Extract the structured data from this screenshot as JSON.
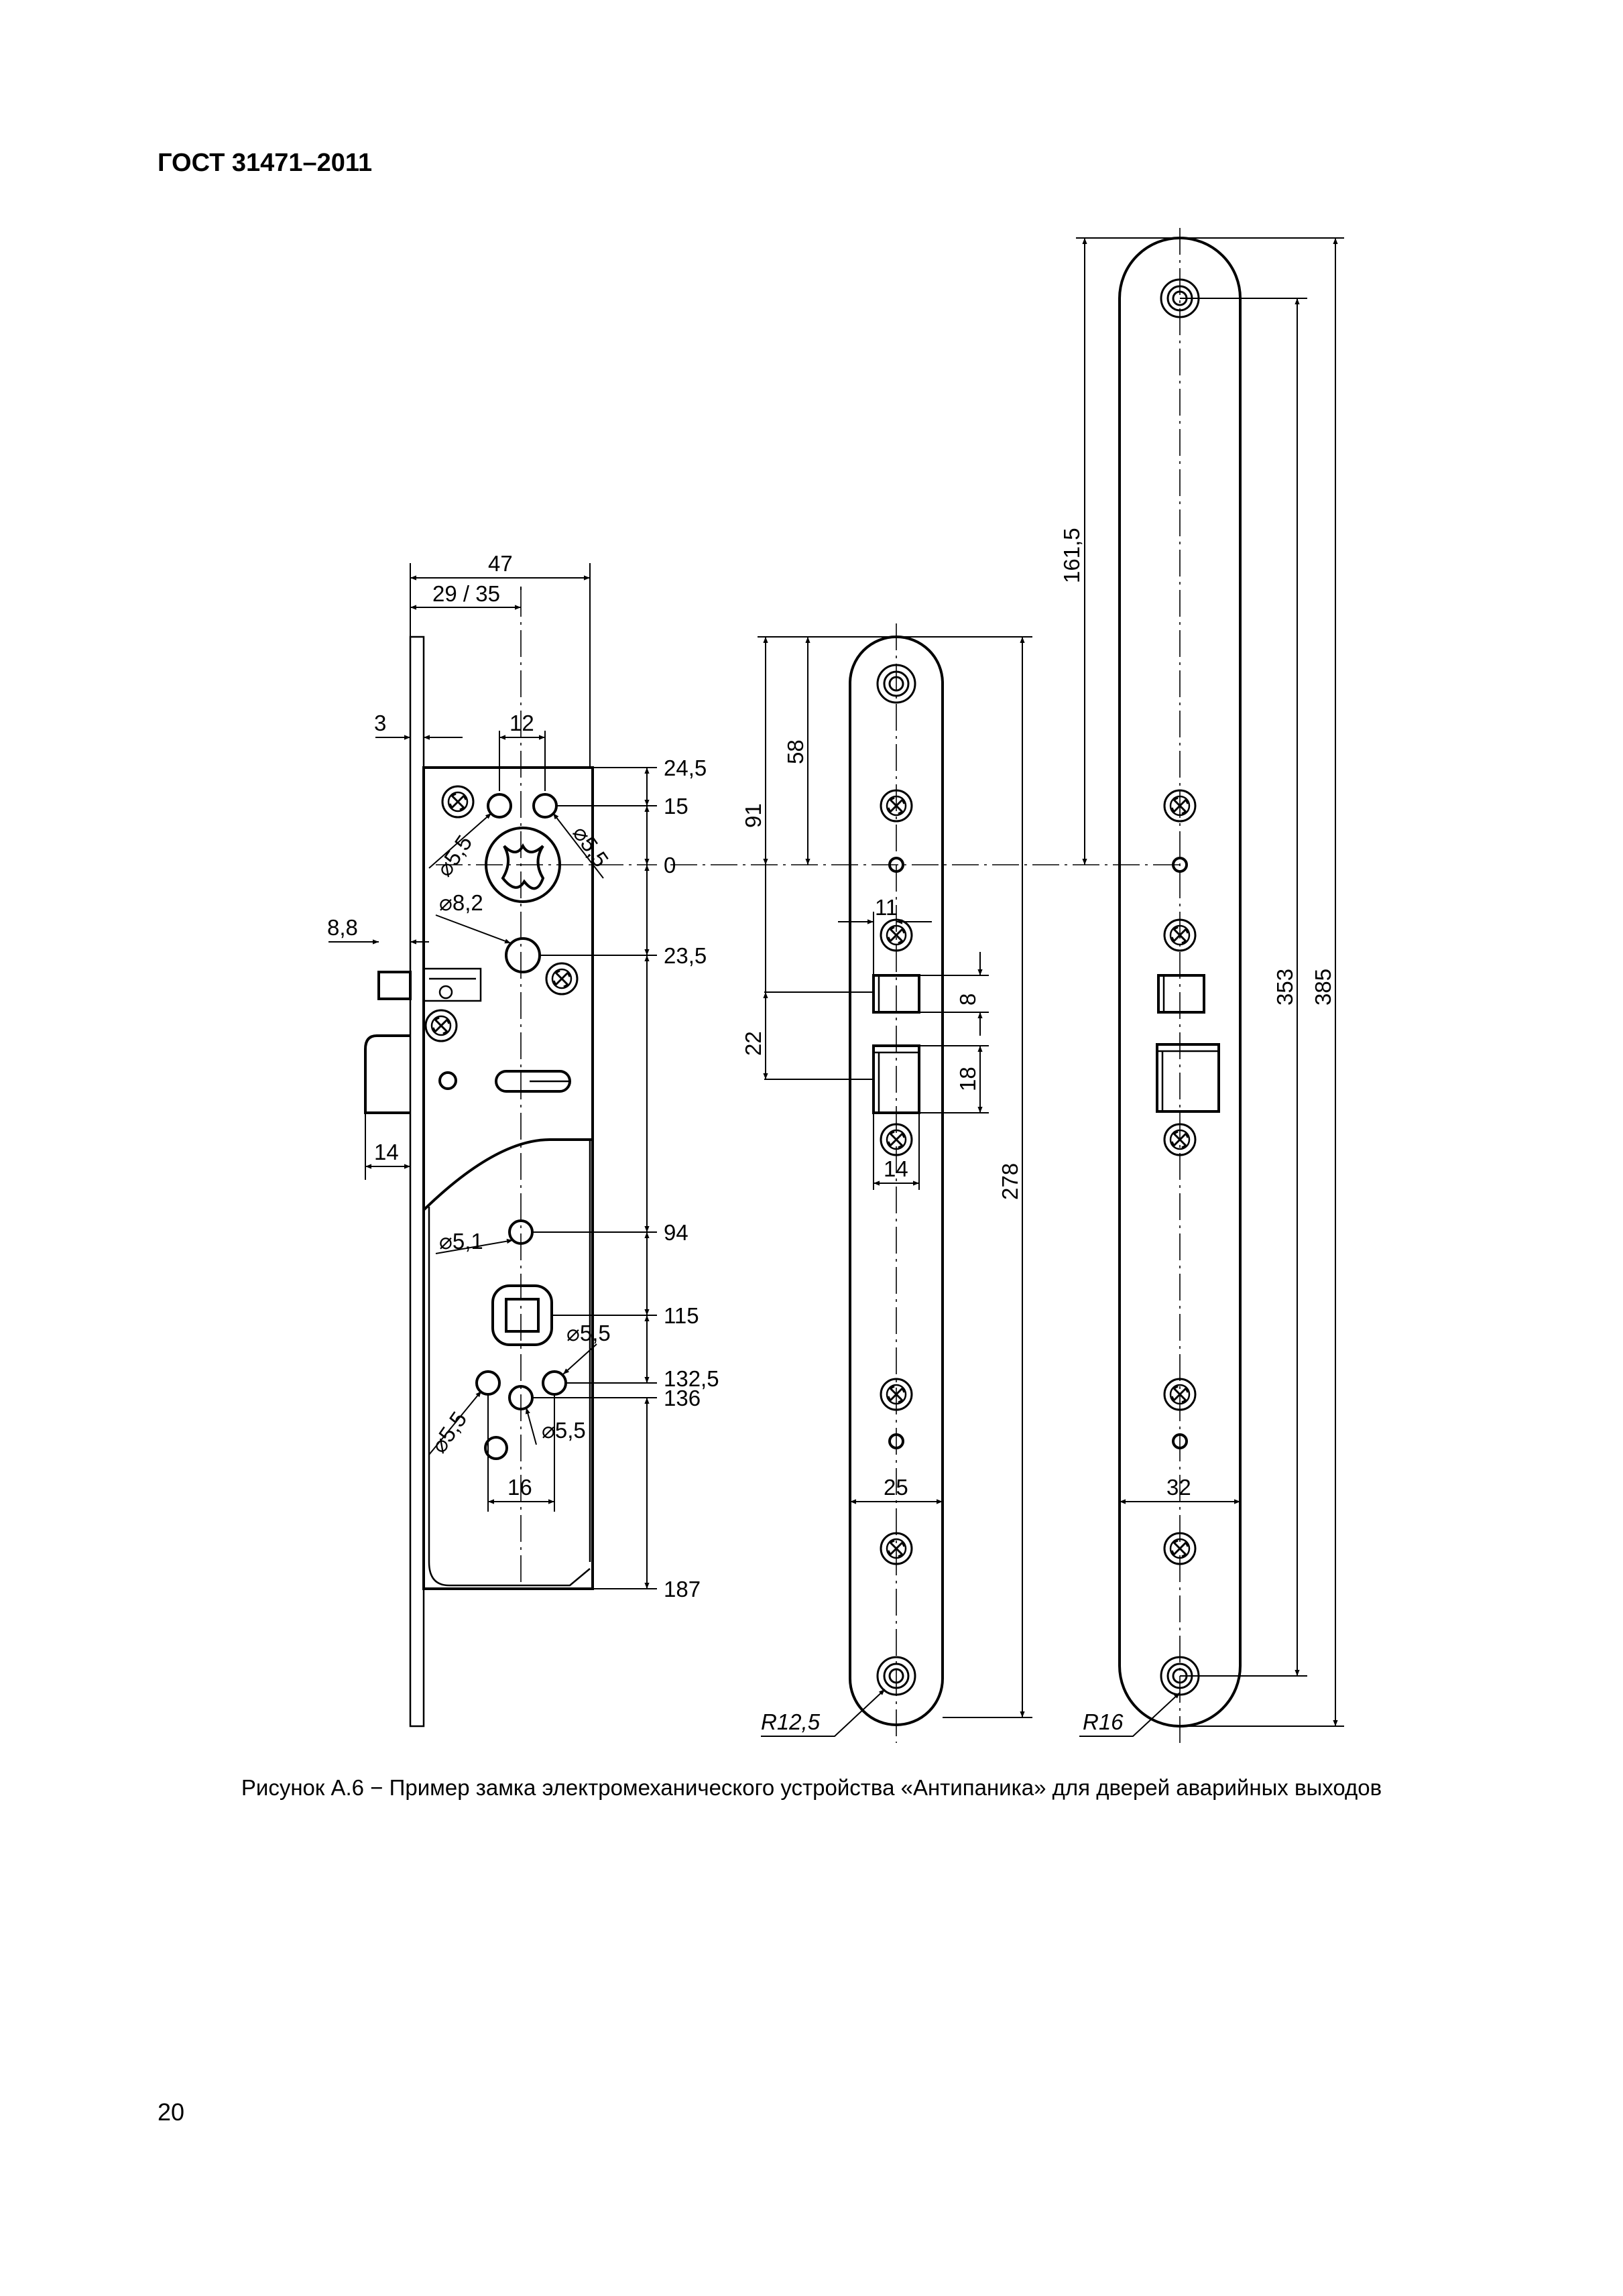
{
  "header": {
    "title": "ГОСТ 31471–2011"
  },
  "figure": {
    "caption": "Рисунок А.6 − Пример замка электромеханического устройства «Антипаника» для дверей аварийных выходов",
    "lock_body": {
      "dims": {
        "w47": "47",
        "w29_35": "29 / 35",
        "w12": "12",
        "w3": "3",
        "w8_8": "8,8",
        "w14": "14",
        "w16": "16",
        "y24_5": "24,5",
        "y15": "15",
        "y0": "0",
        "y23_5": "23,5",
        "y94": "94",
        "y115": "115",
        "y132_5": "132,5",
        "y136": "136",
        "y187": "187",
        "d5_5_a": "⌀5,5",
        "d5_5_b": "⌀5,5",
        "d8_2": "⌀8,2",
        "d5_1": "⌀5,1",
        "d5_5_c": "⌀5,5",
        "d5_5_d": "⌀5,5",
        "d5_5_e": "⌀5,5"
      }
    },
    "faceplate": {
      "dims": {
        "h91": "91",
        "h58": "58",
        "w11": "11",
        "h8": "8",
        "h22": "22",
        "h18": "18",
        "w14": "14",
        "h278": "278",
        "w25": "25",
        "r12_5": "R12,5"
      }
    },
    "strike_plate": {
      "dims": {
        "h161_5": "161,5",
        "h353": "353",
        "h385": "385",
        "w32": "32",
        "r16": "R16"
      }
    }
  },
  "footer": {
    "page_number": "20"
  }
}
